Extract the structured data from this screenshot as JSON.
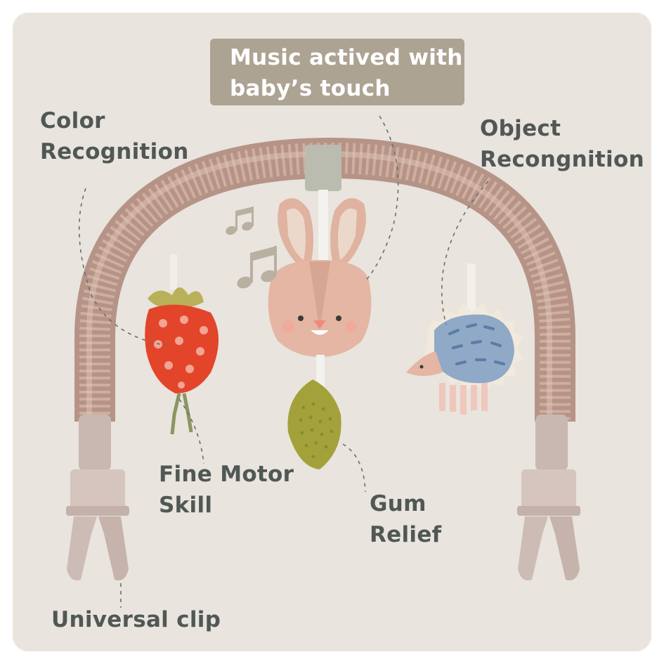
{
  "banner": {
    "line1": "Music actived with",
    "line2": "baby’s touch"
  },
  "labels": {
    "color_recognition": [
      "Color",
      "Recognition"
    ],
    "object_recognition": [
      "Object",
      "Recongnition"
    ],
    "fine_motor_skill": [
      "Fine Motor",
      "Skill"
    ],
    "gum_relief": [
      "Gum",
      "Relief"
    ],
    "universal_clip": "Universal clip"
  },
  "colors": {
    "background": "#e9e4dd",
    "banner": "#ada393",
    "label_text": "#505856",
    "arch": "#c9a79a",
    "strawberry": "#e2452a",
    "bunny": "#e4b6a3",
    "hedgehog": "#8fa9c7",
    "teether": "#a3a23a",
    "clip": "#cdbcb5"
  },
  "icons": [
    "music-note-icon",
    "music-note-icon"
  ]
}
